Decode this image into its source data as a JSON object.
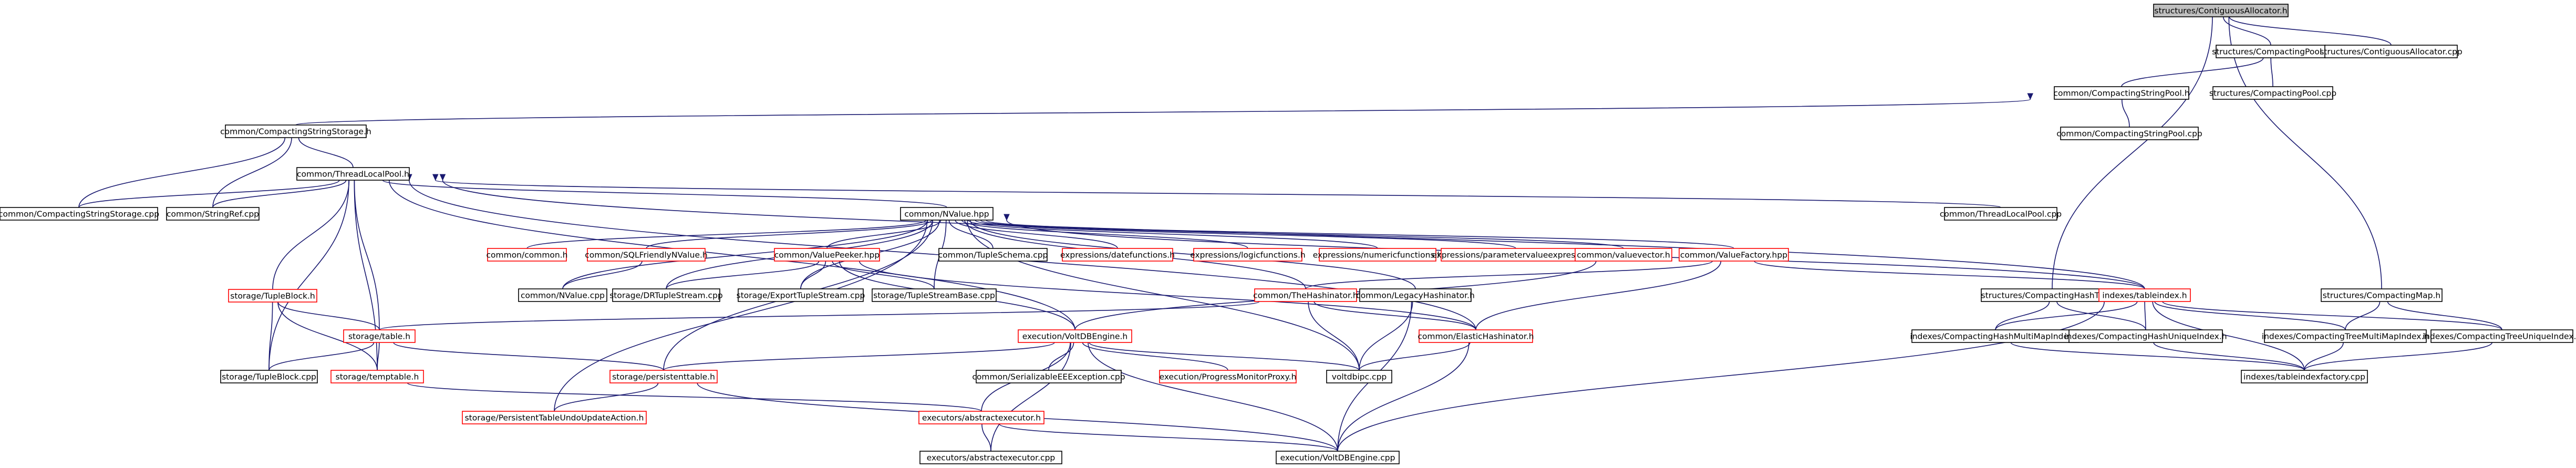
{
  "graph": {
    "root": "n0",
    "nodes": [
      {
        "id": "n0",
        "label": "structures/ContiguousAllocator.h",
        "border": "black",
        "root": true
      },
      {
        "id": "n1",
        "label": "structures/CompactingPool.h",
        "border": "black"
      },
      {
        "id": "n2",
        "label": "structures/ContiguousAllocator.cpp",
        "border": "black"
      },
      {
        "id": "n3",
        "label": "common/CompactingStringPool.h",
        "border": "black"
      },
      {
        "id": "n4",
        "label": "structures/CompactingPool.cpp",
        "border": "black"
      },
      {
        "id": "n5",
        "label": "common/CompactingStringPool.cpp",
        "border": "black"
      },
      {
        "id": "n6",
        "label": "common/CompactingStringStorage.h",
        "border": "black"
      },
      {
        "id": "n7",
        "label": "common/ThreadLocalPool.h",
        "border": "black"
      },
      {
        "id": "n8",
        "label": "common/CompactingStringStorage.cpp",
        "border": "black"
      },
      {
        "id": "n9",
        "label": "common/StringRef.cpp",
        "border": "black"
      },
      {
        "id": "n10",
        "label": "common/NValue.hpp",
        "border": "black"
      },
      {
        "id": "n11",
        "label": "common/ThreadLocalPool.cpp",
        "border": "black"
      },
      {
        "id": "n12",
        "label": "common/common.h",
        "border": "red"
      },
      {
        "id": "n13",
        "label": "common/SQLFriendlyNValue.h",
        "border": "red"
      },
      {
        "id": "n14",
        "label": "common/ValuePeeker.hpp",
        "border": "red"
      },
      {
        "id": "n15",
        "label": "common/TupleSchema.cpp",
        "border": "black"
      },
      {
        "id": "n16",
        "label": "expressions/datefunctions.h",
        "border": "red"
      },
      {
        "id": "n17",
        "label": "expressions/logicfunctions.h",
        "border": "red"
      },
      {
        "id": "n18",
        "label": "expressions/numericfunctions.h",
        "border": "red"
      },
      {
        "id": "n19",
        "label": "expressions/parametervalueexpression.h",
        "border": "red"
      },
      {
        "id": "n20",
        "label": "common/valuevector.h",
        "border": "red"
      },
      {
        "id": "n21",
        "label": "common/ValueFactory.hpp",
        "border": "red"
      },
      {
        "id": "n22",
        "label": "common/NValue.cpp",
        "border": "black"
      },
      {
        "id": "n23",
        "label": "storage/DRTupleStream.cpp",
        "border": "black"
      },
      {
        "id": "n24",
        "label": "storage/ExportTupleStream.cpp",
        "border": "black"
      },
      {
        "id": "n25",
        "label": "storage/TupleStreamBase.cpp",
        "border": "black"
      },
      {
        "id": "n26",
        "label": "common/TheHashinator.h",
        "border": "red"
      },
      {
        "id": "n27",
        "label": "common/LegacyHashinator.h",
        "border": "black"
      },
      {
        "id": "n28",
        "label": "storage/TupleBlock.h",
        "border": "red"
      },
      {
        "id": "n29",
        "label": "storage/table.h",
        "border": "red"
      },
      {
        "id": "n30",
        "label": "execution/VoltDBEngine.h",
        "border": "red"
      },
      {
        "id": "n31",
        "label": "common/ElasticHashinator.h",
        "border": "red"
      },
      {
        "id": "n32",
        "label": "storage/TupleBlock.cpp",
        "border": "black"
      },
      {
        "id": "n33",
        "label": "storage/temptable.h",
        "border": "red"
      },
      {
        "id": "n34",
        "label": "storage/persistenttable.h",
        "border": "red"
      },
      {
        "id": "n35",
        "label": "common/SerializableEEException.cpp",
        "border": "black"
      },
      {
        "id": "n36",
        "label": "execution/ProgressMonitorProxy.h",
        "border": "red"
      },
      {
        "id": "n37",
        "label": "voltdbipc.cpp",
        "border": "black"
      },
      {
        "id": "n38",
        "label": "storage/PersistentTableUndoUpdateAction.h",
        "border": "red"
      },
      {
        "id": "n39",
        "label": "executors/abstractexecutor.h",
        "border": "red"
      },
      {
        "id": "n40",
        "label": "executors/abstractexecutor.cpp",
        "border": "black"
      },
      {
        "id": "n41",
        "label": "execution/VoltDBEngine.cpp",
        "border": "black"
      },
      {
        "id": "n42",
        "label": "structures/CompactingHashTable.h",
        "border": "black"
      },
      {
        "id": "n43",
        "label": "indexes/tableindex.h",
        "border": "red"
      },
      {
        "id": "n44",
        "label": "structures/CompactingMap.h",
        "border": "black"
      },
      {
        "id": "n45",
        "label": "indexes/CompactingHashMultiMapIndex.h",
        "border": "black"
      },
      {
        "id": "n46",
        "label": "indexes/CompactingHashUniqueIndex.h",
        "border": "black"
      },
      {
        "id": "n47",
        "label": "indexes/CompactingTreeMultiMapIndex.h",
        "border": "black"
      },
      {
        "id": "n48",
        "label": "indexes/CompactingTreeUniqueIndex.h",
        "border": "black"
      },
      {
        "id": "n49",
        "label": "indexes/tableindexfactory.cpp",
        "border": "black"
      }
    ],
    "edges": [
      [
        "n0",
        "n1"
      ],
      [
        "n0",
        "n2"
      ],
      [
        "n0",
        "n42"
      ],
      [
        "n0",
        "n44"
      ],
      [
        "n1",
        "n3"
      ],
      [
        "n1",
        "n4"
      ],
      [
        "n3",
        "n5"
      ],
      [
        "n3",
        "n6"
      ],
      [
        "n6",
        "n7"
      ],
      [
        "n6",
        "n8"
      ],
      [
        "n6",
        "n9"
      ],
      [
        "n7",
        "n8"
      ],
      [
        "n7",
        "n9"
      ],
      [
        "n7",
        "n10"
      ],
      [
        "n7",
        "n11"
      ],
      [
        "n7",
        "n28"
      ],
      [
        "n7",
        "n29"
      ],
      [
        "n7",
        "n32"
      ],
      [
        "n7",
        "n33"
      ],
      [
        "n7",
        "n30"
      ],
      [
        "n7",
        "n31"
      ],
      [
        "n7",
        "n43"
      ],
      [
        "n10",
        "n12"
      ],
      [
        "n10",
        "n13"
      ],
      [
        "n10",
        "n14"
      ],
      [
        "n10",
        "n15"
      ],
      [
        "n10",
        "n16"
      ],
      [
        "n10",
        "n17"
      ],
      [
        "n10",
        "n18"
      ],
      [
        "n10",
        "n19"
      ],
      [
        "n10",
        "n20"
      ],
      [
        "n10",
        "n21"
      ],
      [
        "n10",
        "n22"
      ],
      [
        "n10",
        "n23"
      ],
      [
        "n10",
        "n24"
      ],
      [
        "n10",
        "n25"
      ],
      [
        "n10",
        "n26"
      ],
      [
        "n10",
        "n27"
      ],
      [
        "n10",
        "n34"
      ],
      [
        "n10",
        "n37"
      ],
      [
        "n10",
        "n38"
      ],
      [
        "n10",
        "n43"
      ],
      [
        "n13",
        "n22"
      ],
      [
        "n14",
        "n23"
      ],
      [
        "n14",
        "n24"
      ],
      [
        "n14",
        "n25"
      ],
      [
        "n14",
        "n30"
      ],
      [
        "n14",
        "n31"
      ],
      [
        "n20",
        "n30"
      ],
      [
        "n21",
        "n26"
      ],
      [
        "n21",
        "n31"
      ],
      [
        "n21",
        "n43"
      ],
      [
        "n26",
        "n29"
      ],
      [
        "n26",
        "n37"
      ],
      [
        "n26",
        "n31"
      ],
      [
        "n27",
        "n37"
      ],
      [
        "n27",
        "n41"
      ],
      [
        "n28",
        "n29"
      ],
      [
        "n28",
        "n32"
      ],
      [
        "n28",
        "n33"
      ],
      [
        "n29",
        "n32"
      ],
      [
        "n29",
        "n33"
      ],
      [
        "n29",
        "n34"
      ],
      [
        "n30",
        "n34"
      ],
      [
        "n30",
        "n35"
      ],
      [
        "n30",
        "n36"
      ],
      [
        "n30",
        "n37"
      ],
      [
        "n30",
        "n39"
      ],
      [
        "n30",
        "n40"
      ],
      [
        "n30",
        "n41"
      ],
      [
        "n31",
        "n37"
      ],
      [
        "n31",
        "n41"
      ],
      [
        "n33",
        "n39"
      ],
      [
        "n34",
        "n38"
      ],
      [
        "n34",
        "n41"
      ],
      [
        "n39",
        "n40"
      ],
      [
        "n39",
        "n41"
      ],
      [
        "n42",
        "n45"
      ],
      [
        "n42",
        "n46"
      ],
      [
        "n43",
        "n45"
      ],
      [
        "n43",
        "n46"
      ],
      [
        "n43",
        "n47"
      ],
      [
        "n43",
        "n48"
      ],
      [
        "n43",
        "n49"
      ],
      [
        "n43",
        "n41"
      ],
      [
        "n44",
        "n47"
      ],
      [
        "n44",
        "n48"
      ],
      [
        "n45",
        "n49"
      ],
      [
        "n46",
        "n49"
      ],
      [
        "n47",
        "n49"
      ],
      [
        "n48",
        "n49"
      ]
    ]
  }
}
